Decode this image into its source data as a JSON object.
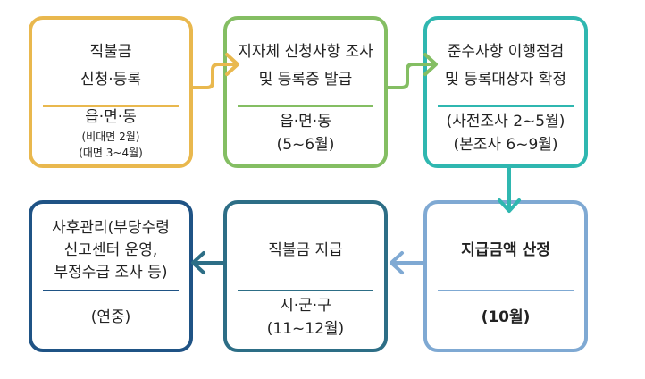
{
  "steps": [
    {
      "title1": "직불금",
      "title2": "신청·등록",
      "detail1": "읍·면·동",
      "detail2": "(비대면 2월)",
      "detail3": "(대면 3~4월)",
      "color": "#E9B84E"
    },
    {
      "title1": "지자체 신청사항 조사",
      "title2": "및 등록증 발급",
      "detail1": "읍·면·동",
      "detail2": "(5~6월)",
      "color": "#84BE63"
    },
    {
      "title1": "준수사항 이행점검",
      "title2": "및 등록대상자 확정",
      "detail1": "(사전조사 2~5월)",
      "detail2": "(본조사 6~9월)",
      "color": "#2FB7B0"
    },
    {
      "title1": "지급금액 산정",
      "detail1": "(10월)",
      "color": "#7FA9D3"
    },
    {
      "title1": "직불금 지급",
      "detail1": "시·군·구",
      "detail2": "(11~12월)",
      "color": "#2D6E86"
    },
    {
      "title1": "사후관리(부당수령",
      "title2": "신고센터 운영,",
      "title3": "부정수급 조사 등)",
      "detail1": "(연중)",
      "color": "#1F5385"
    }
  ]
}
